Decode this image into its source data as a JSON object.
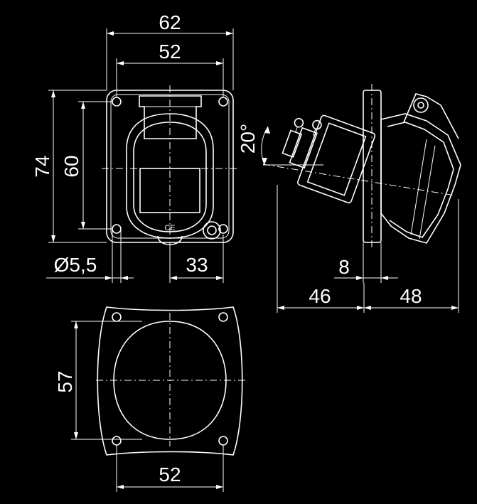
{
  "colors": {
    "background": "#000000",
    "line": "#ffffff"
  },
  "dimensions": {
    "width_overall": "62",
    "width_holes_top": "52",
    "height_overall": "74",
    "height_holes": "60",
    "hole_diameter": "Ø5,5",
    "offset_right": "33",
    "tilt_angle": "20°",
    "flange_thickness": "8",
    "depth_front": "46",
    "depth_back": "48",
    "cutout_height": "57",
    "width_holes_bottom": "52"
  },
  "marks": {
    "ce": "CE"
  }
}
